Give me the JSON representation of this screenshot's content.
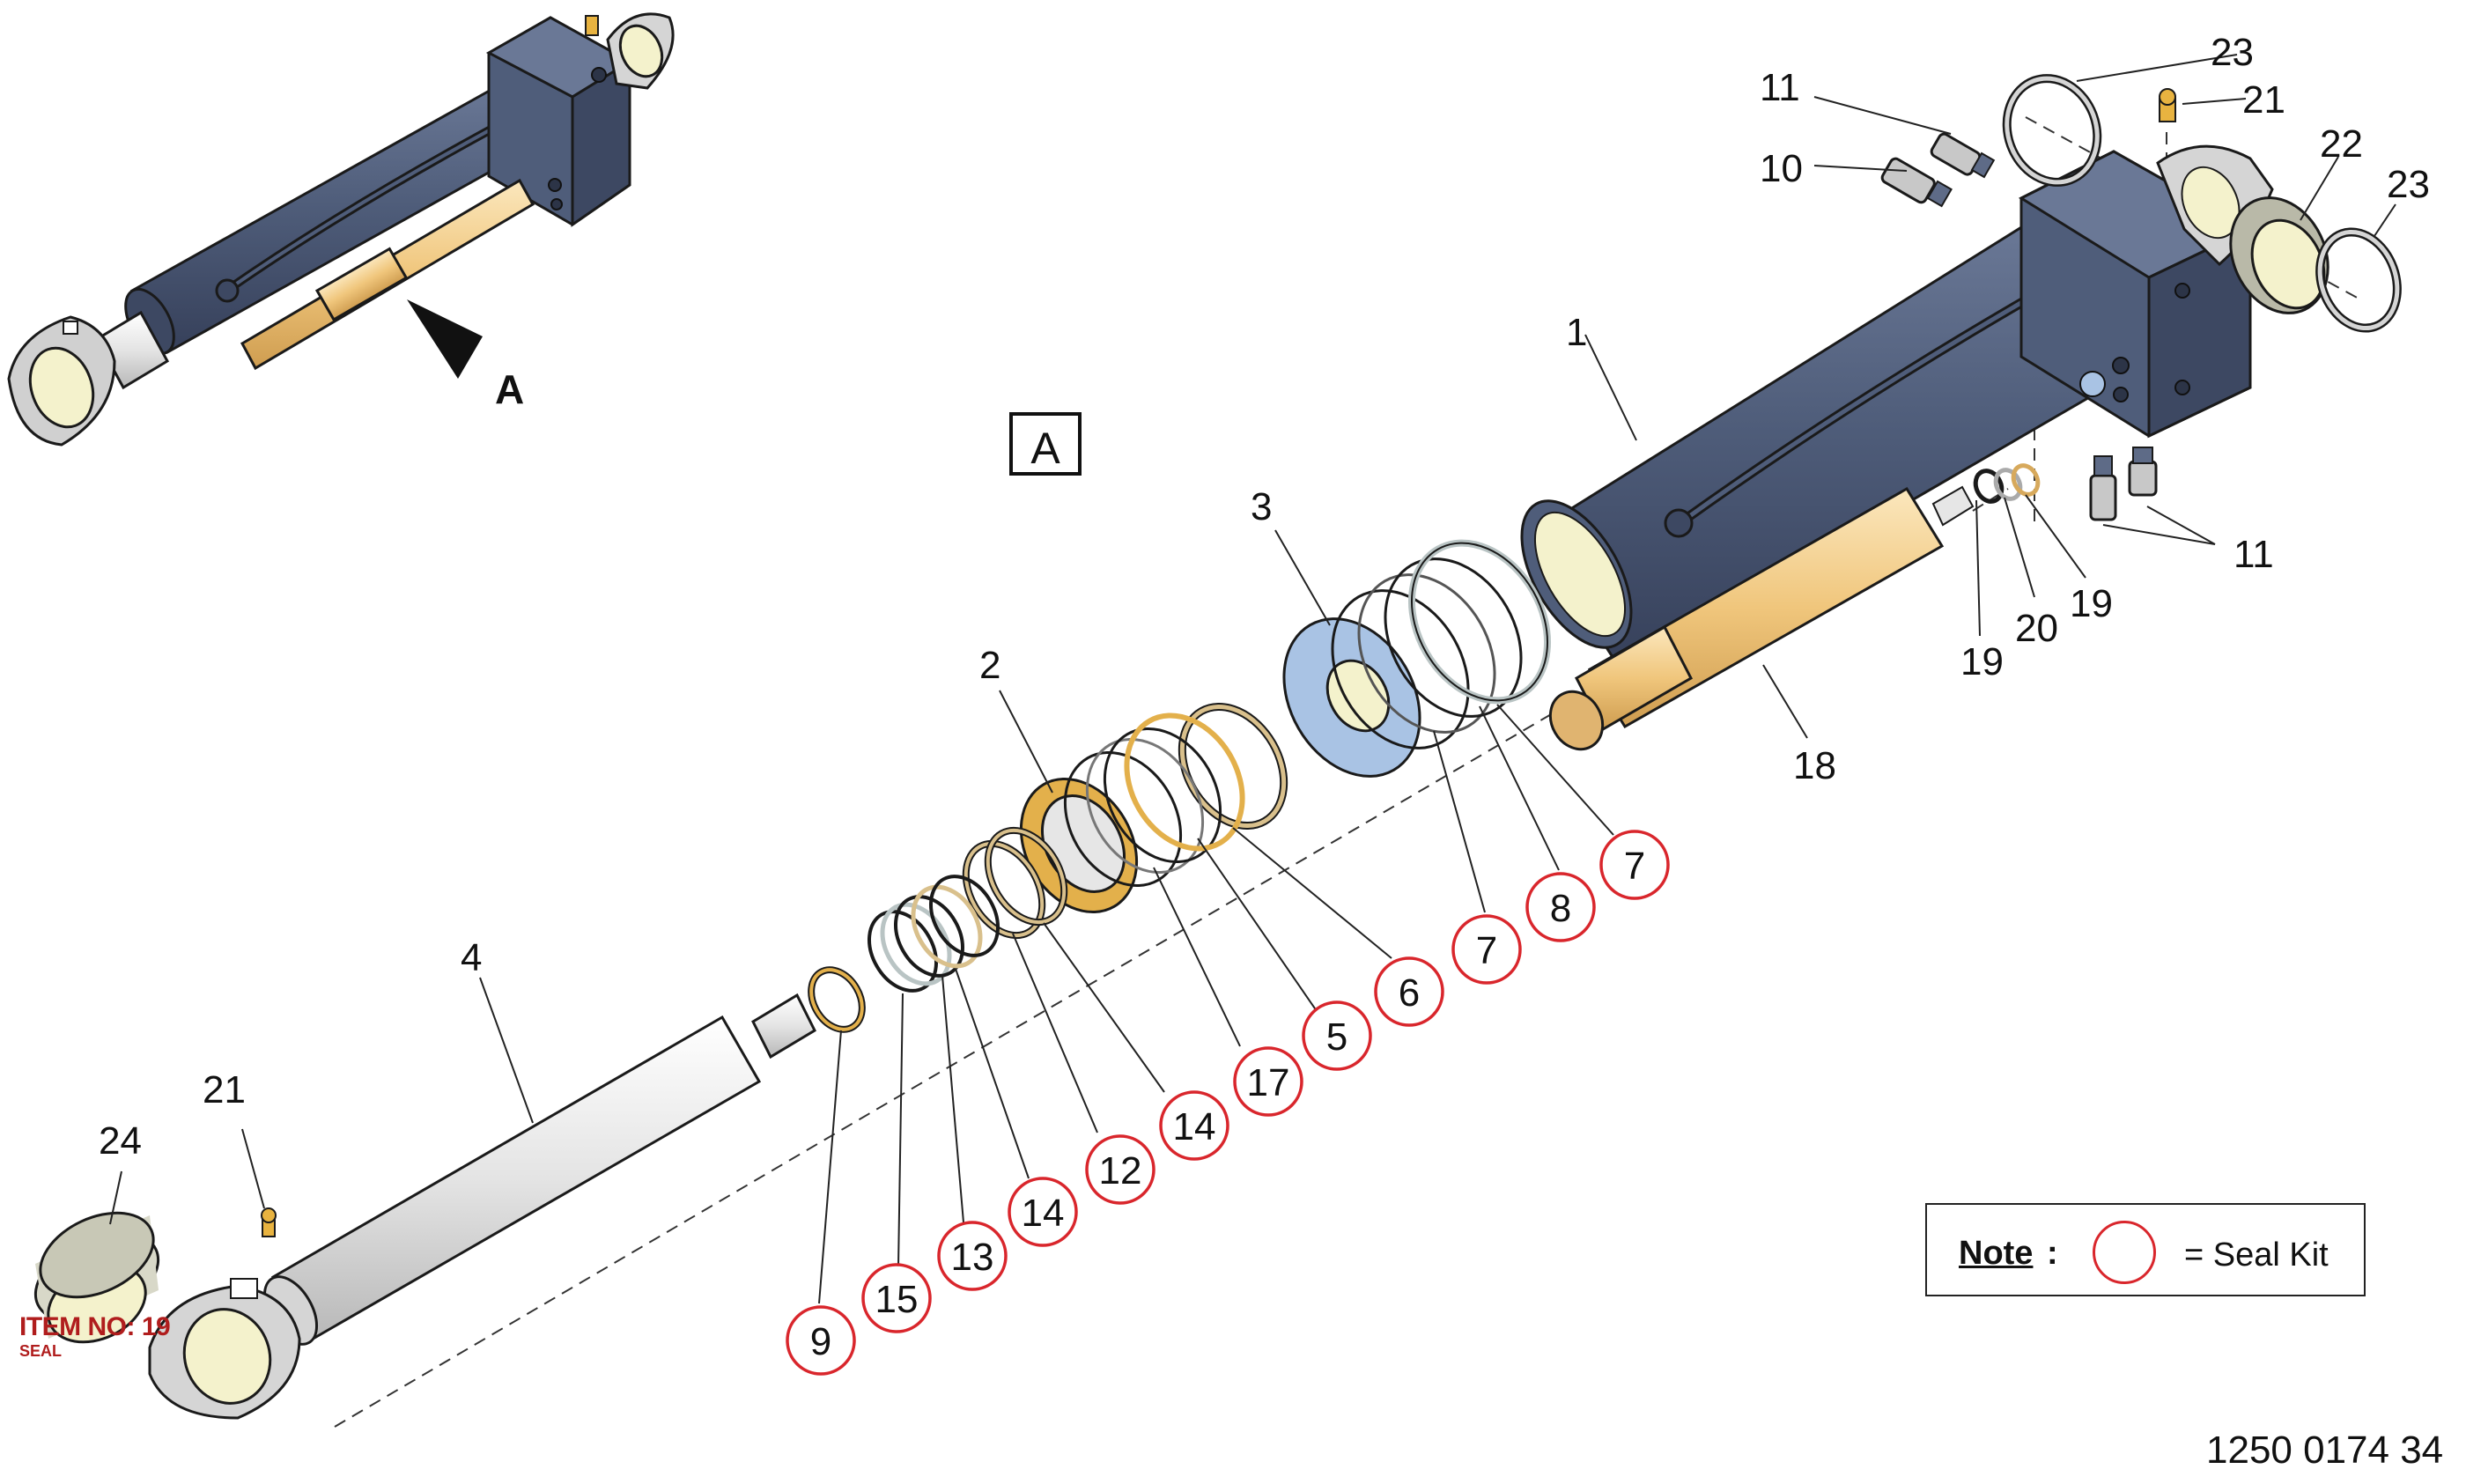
{
  "view_letter": "A",
  "view_arrow_label": "A",
  "document_number": "1250 0174 34",
  "note": {
    "label": "Note",
    "colon": ":",
    "text": "= Seal Kit"
  },
  "stamp": {
    "title": "ITEM NO: 19",
    "subtitle": "SEAL"
  },
  "callouts_plain": {
    "c1": "1",
    "c2": "2",
    "c3": "3",
    "c4": "4",
    "c10": "10",
    "c11a": "11",
    "c11b": "11",
    "c18": "18",
    "c19a": "19",
    "c19b": "19",
    "c20": "20",
    "c21a": "21",
    "c21b": "21",
    "c22": "22",
    "c23a": "23",
    "c23b": "23",
    "c24": "24"
  },
  "callouts_seal": {
    "s5": "5",
    "s6": "6",
    "s7a": "7",
    "s7b": "7",
    "s8": "8",
    "s9": "9",
    "s12": "12",
    "s13": "13",
    "s14a": "14",
    "s14b": "14",
    "s15": "15",
    "s17": "17"
  },
  "colors": {
    "barrel": "#4f5d7a",
    "barrel_dark": "#3d4862",
    "barrel_light": "#6a7896",
    "rod": "#e6e6e6",
    "rod_shade": "#c4c4c4",
    "tube_gold": "#f2cf8c",
    "tube_gold_dark": "#d7a95c",
    "piston": "#a9c3e4",
    "seal_red": "#d9262c",
    "ring_gold": "#e3b04b",
    "ring_tan": "#d9c08c",
    "ring_grey": "#b9c4c4",
    "bushing": "#d8d8c8",
    "bushing_inner": "#f4f2cc",
    "brass": "#e8b340"
  }
}
